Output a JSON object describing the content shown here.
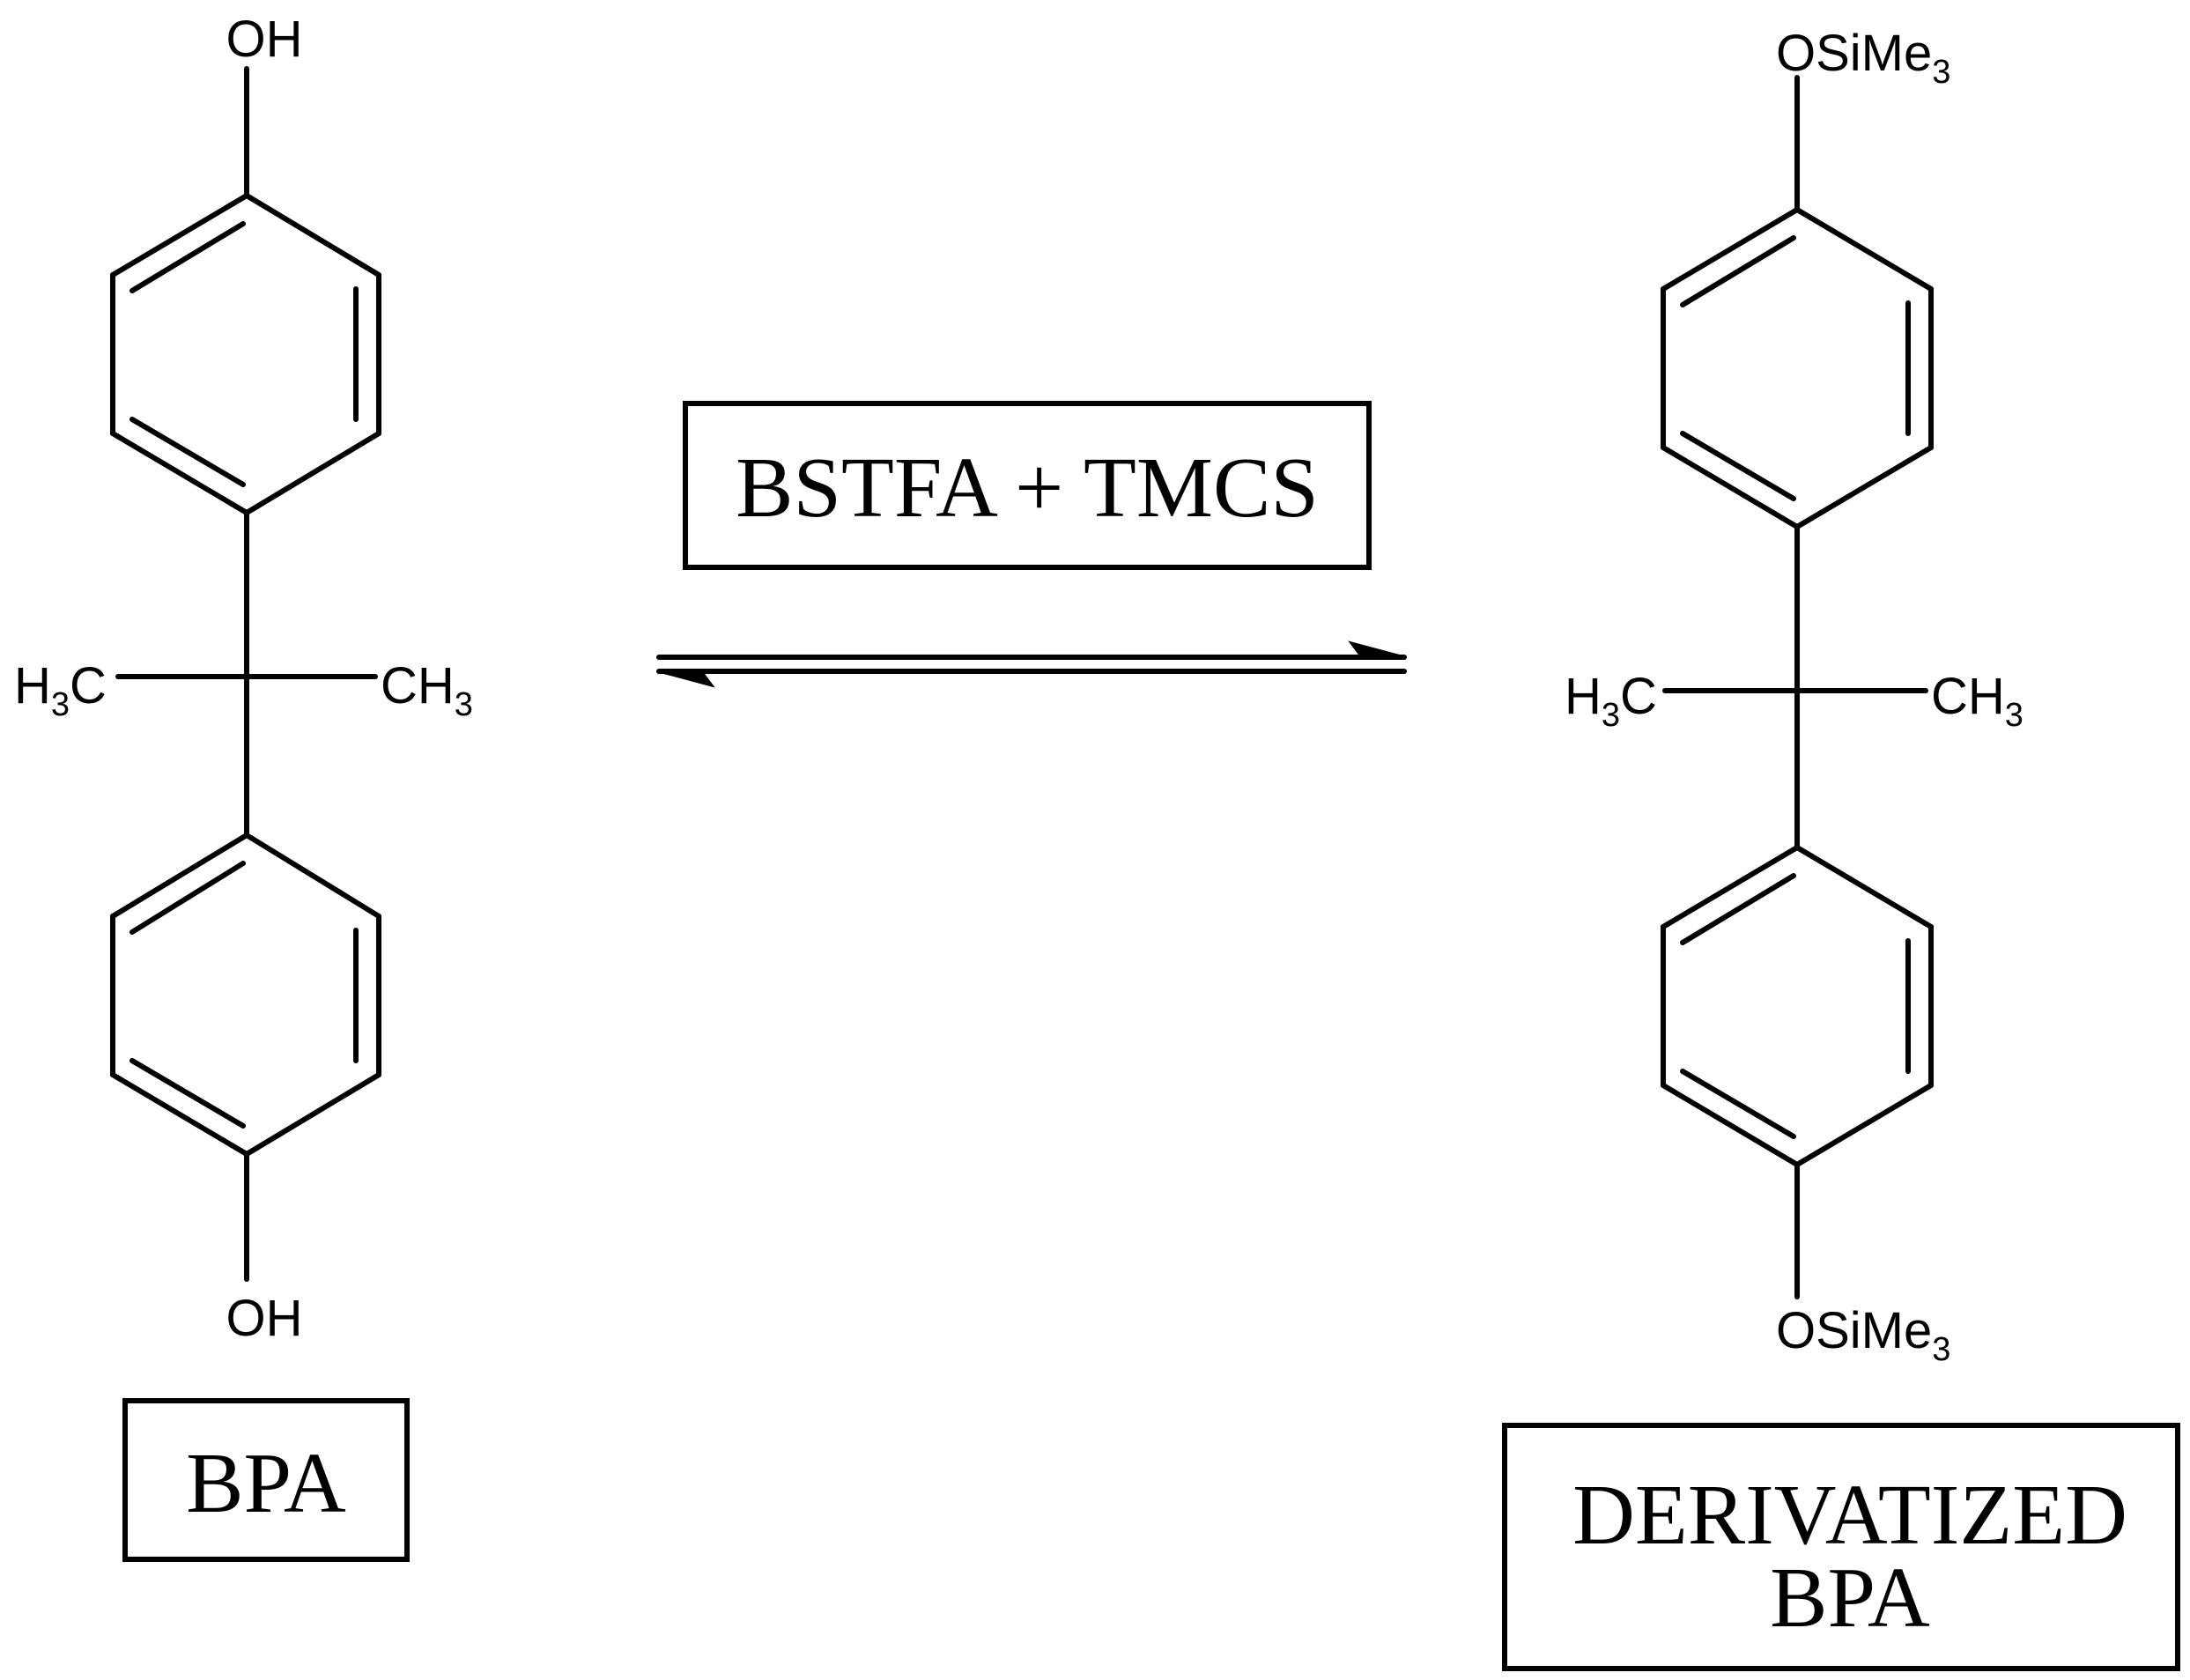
{
  "reactant": {
    "oh_top": "OH",
    "oh_bottom": "OH",
    "methyl_left": {
      "main": "H",
      "sub": "3",
      "tail": "C"
    },
    "methyl_right": {
      "main": "CH",
      "sub": "3"
    },
    "label": "BPA"
  },
  "reagent": {
    "label": "BSTFA + TMCS"
  },
  "product": {
    "osi_top": {
      "main": "OSiMe",
      "sub": "3"
    },
    "osi_bottom": {
      "main": "OSiMe",
      "sub": "3"
    },
    "methyl_left": {
      "main": "H",
      "sub": "3",
      "tail": "C"
    },
    "methyl_right": {
      "main": "CH",
      "sub": "3"
    },
    "label_line1": "DERIVATIZED",
    "label_line2": "BPA"
  }
}
